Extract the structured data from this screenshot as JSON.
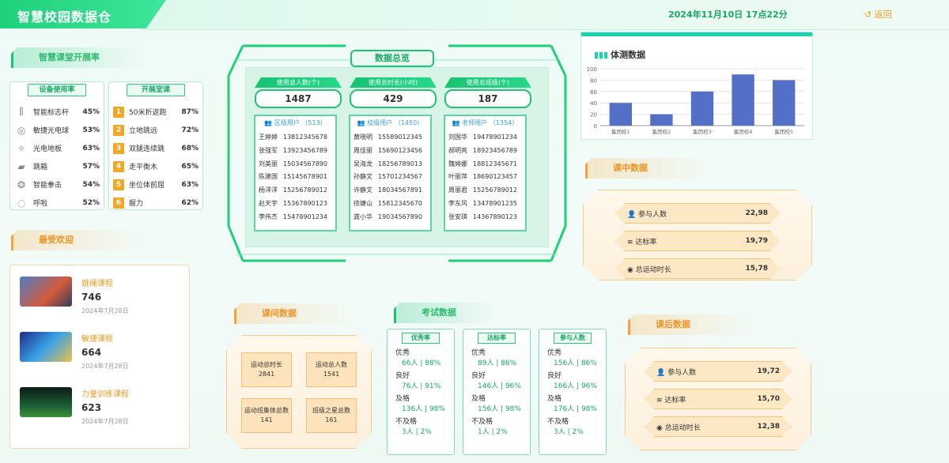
{
  "header": {
    "title": "智慧校园数据仓",
    "datetime": "2024年11月10日 17点22分",
    "back": "返回"
  },
  "left": {
    "section_title": "智慧课堂开展率",
    "equip": {
      "title": "设备使用率",
      "items": [
        {
          "icon": "ring-icon",
          "label": "智能标志杆",
          "value": "45%"
        },
        {
          "icon": "ball-icon",
          "label": "敏捷光电球",
          "value": "53%"
        },
        {
          "icon": "mat-icon",
          "label": "光电地板",
          "value": "63%"
        },
        {
          "icon": "box-icon",
          "label": "跳箱",
          "value": "57%"
        },
        {
          "icon": "glove-icon",
          "label": "智能拳击",
          "value": "54%"
        },
        {
          "icon": "misc-icon",
          "label": "呼啦",
          "value": "52%"
        }
      ]
    },
    "courses": {
      "title": "开展堂课",
      "items": [
        {
          "n": "1",
          "label": "50米折返跑",
          "value": "87%"
        },
        {
          "n": "2",
          "label": "立地跳远",
          "value": "72%"
        },
        {
          "n": "3",
          "label": "双腿连续跳",
          "value": "68%"
        },
        {
          "n": "4",
          "label": "走平衡木",
          "value": "65%"
        },
        {
          "n": "5",
          "label": "坐位体前屈",
          "value": "63%"
        },
        {
          "n": "6",
          "label": "握力",
          "value": "62%"
        }
      ]
    },
    "fav_title": "最受欢迎",
    "favorites": [
      {
        "name": "跳绳课程",
        "count": "746",
        "date": "2024年7月28日"
      },
      {
        "name": "敏捷课程",
        "count": "664",
        "date": "2024年7月28日"
      },
      {
        "name": "力量训练课程",
        "count": "623",
        "date": "2024年7月28日"
      }
    ]
  },
  "overview": {
    "title": "数据总览",
    "kpis": [
      {
        "label": "使用总人数(个)",
        "value": "1487"
      },
      {
        "label": "使用总时长(小时)",
        "value": "429"
      },
      {
        "label": "使用总班级(个)",
        "value": "187"
      }
    ],
    "lists": [
      {
        "header": "区级用户 （513）",
        "rows": [
          [
            "王婷婷",
            "13812345678"
          ],
          [
            "张强军",
            "13923456789"
          ],
          [
            "刘美丽",
            "15034567890"
          ],
          [
            "陈建国",
            "15145678901"
          ],
          [
            "杨洋洋",
            "15256789012"
          ],
          [
            "赵天宇",
            "15367890123"
          ],
          [
            "李伟杰",
            "15478901234"
          ]
        ]
      },
      {
        "header": "校级用户 （1450）",
        "rows": [
          [
            "黄晓明",
            "15589012345"
          ],
          [
            "周佳丽",
            "15690123456"
          ],
          [
            "吴海龙",
            "18256789013"
          ],
          [
            "孙静文",
            "15701234567"
          ],
          [
            "许静文",
            "18034567891"
          ],
          [
            "徐婕山",
            "15812345670"
          ],
          [
            "龚小华",
            "19034567890"
          ]
        ]
      },
      {
        "header": "老师用户 （1354）",
        "rows": [
          [
            "刘国华",
            "19478901234"
          ],
          [
            "郝明亮",
            "18923456789"
          ],
          [
            "魏婷娜",
            "18812345671"
          ],
          [
            "叶丽萍",
            "18690123457"
          ],
          [
            "周丽君",
            "15256789012"
          ],
          [
            "李东风",
            "13478901235"
          ],
          [
            "张安琪",
            "14367890123"
          ]
        ]
      }
    ]
  },
  "body_test": {
    "title": "体测数据",
    "chart_data": {
      "type": "bar",
      "categories": [
        "集团校1",
        "集团校2",
        "集团校3",
        "集团校4",
        "集团校5"
      ],
      "values": [
        40,
        20,
        60,
        90,
        80
      ],
      "ylim": [
        0,
        100
      ],
      "yticks": [
        0,
        20,
        40,
        60,
        80,
        100
      ],
      "color": "#5470c6",
      "grid": true
    }
  },
  "in_class": {
    "title": "课中数据",
    "items": [
      {
        "icon": "person-icon",
        "label": "参与人数",
        "value": "22,98"
      },
      {
        "icon": "rate-icon",
        "label": "达标率",
        "value": "19,79"
      },
      {
        "icon": "clock-icon",
        "label": "总运动时长",
        "value": "15,78"
      }
    ]
  },
  "between": {
    "title": "课间数据",
    "tiles": [
      {
        "label": "运动总时长",
        "value": "2841"
      },
      {
        "label": "运动总人数",
        "value": "1541"
      },
      {
        "label": "运动班集体总数",
        "value": "141"
      },
      {
        "label": "班级之星总数",
        "value": "161"
      }
    ]
  },
  "exam": {
    "title": "考试数据",
    "cols": [
      {
        "header": "优秀率",
        "rows": [
          [
            "优秀",
            "66人 | 88%"
          ],
          [
            "良好",
            "76人 | 91%"
          ],
          [
            "及格",
            "136人 | 98%"
          ],
          [
            "不及格",
            "3人 | 2%"
          ]
        ]
      },
      {
        "header": "达标率",
        "rows": [
          [
            "优秀",
            "89人 | 86%"
          ],
          [
            "良好",
            "146人 | 96%"
          ],
          [
            "及格",
            "156人 | 98%"
          ],
          [
            "不及格",
            "1人 | 2%"
          ]
        ]
      },
      {
        "header": "参与人数",
        "rows": [
          [
            "优秀",
            "156人 | 86%"
          ],
          [
            "良好",
            "166人 | 96%"
          ],
          [
            "及格",
            "176人 | 98%"
          ],
          [
            "不及格",
            "3人 | 2%"
          ]
        ]
      }
    ]
  },
  "after": {
    "title": "课后数据",
    "items": [
      {
        "icon": "person-icon",
        "label": "参与人数",
        "value": "19,72"
      },
      {
        "icon": "rate-icon",
        "label": "达标率",
        "value": "15,70"
      },
      {
        "icon": "clock-icon",
        "label": "总运动时长",
        "value": "12,38"
      }
    ]
  }
}
